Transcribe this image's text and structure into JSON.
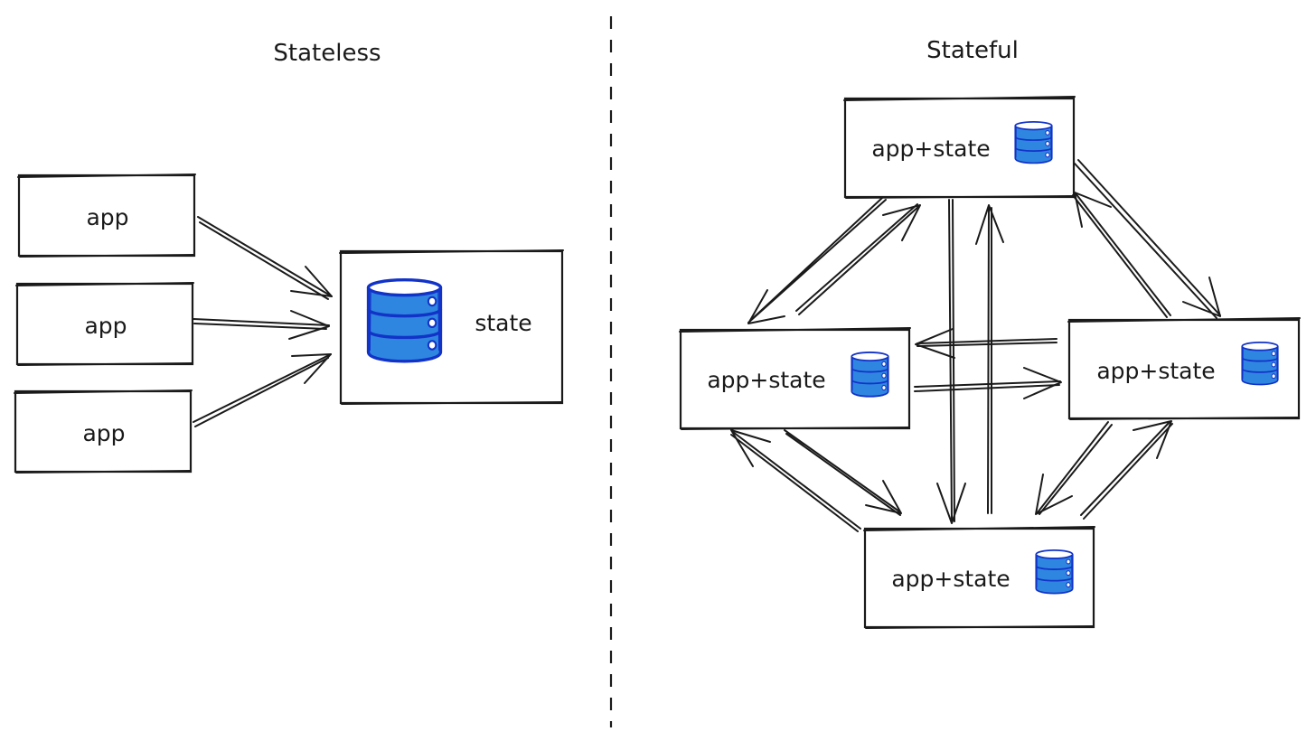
{
  "left_panel": {
    "title": "Stateless",
    "app_labels": [
      "app",
      "app",
      "app"
    ],
    "state_label": "state"
  },
  "right_panel": {
    "title": "Stateful",
    "node_labels": {
      "top": "app+state",
      "left": "app+state",
      "right": "app+state",
      "bottom": "app+state"
    }
  },
  "icons": {
    "database": "database-icon"
  },
  "colors": {
    "ink": "#1a1a1a",
    "db_fill": "#2f86e0",
    "db_outline": "#1233c8"
  }
}
